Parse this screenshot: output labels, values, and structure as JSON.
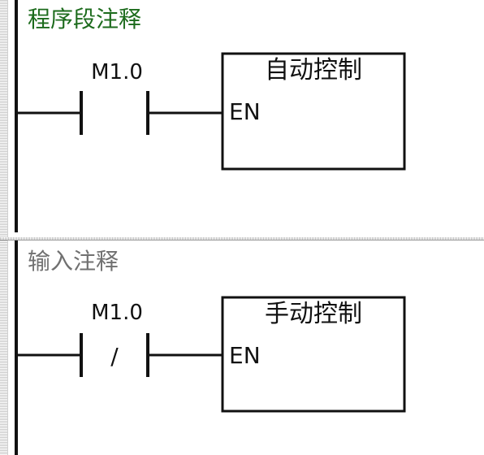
{
  "networks": [
    {
      "comment": "程序段注释",
      "contact": {
        "address": "M1.0",
        "type": "normally-open",
        "symbol": ""
      },
      "block": {
        "title": "自动控制",
        "input_pin": "EN"
      }
    },
    {
      "comment": "输入注释",
      "contact": {
        "address": "M1.0",
        "type": "normally-closed",
        "symbol": "/"
      },
      "block": {
        "title": "手动控制",
        "input_pin": "EN"
      }
    }
  ],
  "colors": {
    "comment_title": "#1c6b1c",
    "comment_placeholder": "#707070",
    "wire": "#111111"
  }
}
